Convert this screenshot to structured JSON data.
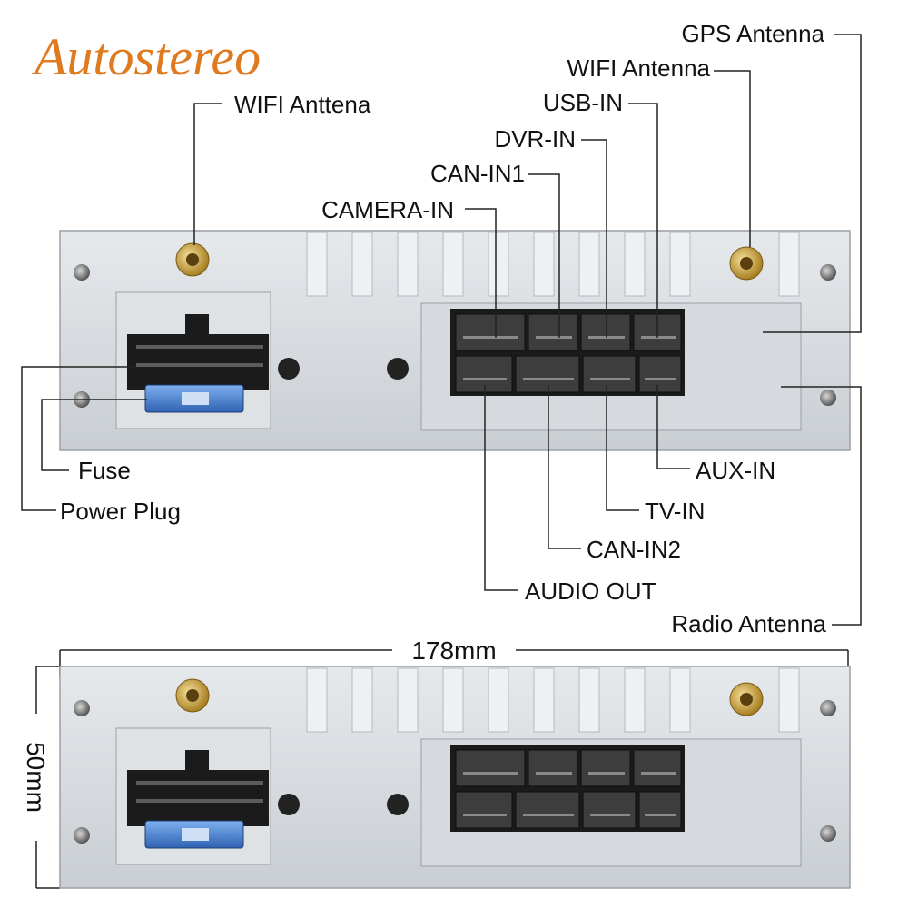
{
  "brand": {
    "name": "Autostereo",
    "color": "#e07a1f"
  },
  "labels": {
    "gps_antenna": "GPS Antenna",
    "wifi_antenna_right": "WIFI Antenna",
    "usb_in": "USB-IN",
    "dvr_in": "DVR-IN",
    "can_in1": "CAN-IN1",
    "camera_in": "CAMERA-IN",
    "wifi_antenna_left": "WIFI Anttena",
    "fuse": "Fuse",
    "power_plug": "Power Plug",
    "aux_in": "AUX-IN",
    "tv_in": "TV-IN",
    "can_in2": "CAN-IN2",
    "audio_out": "AUDIO OUT",
    "radio_antenna": "Radio Antenna"
  },
  "dimensions": {
    "width": "178mm",
    "height": "50mm"
  },
  "colors": {
    "panel": "#d9dde1",
    "connector": "#1b1b1b",
    "gold": "#c9a23a",
    "fuse": "#4a84d6"
  }
}
